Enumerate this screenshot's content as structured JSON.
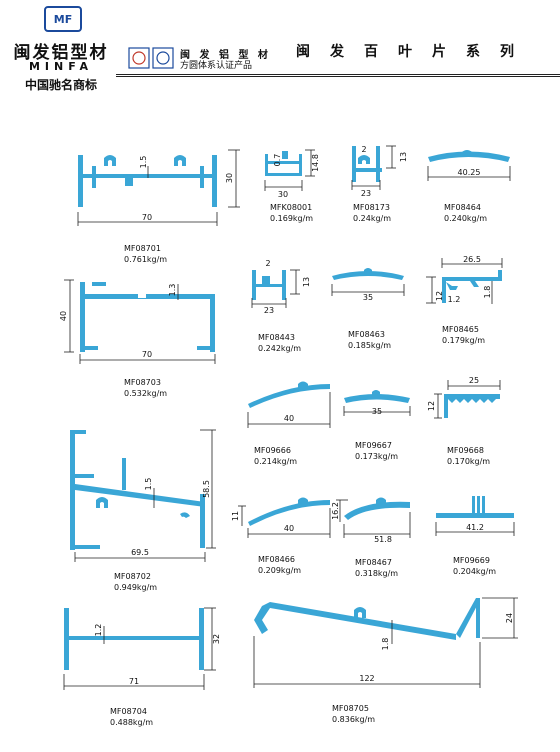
{
  "header": {
    "logo_emblem_text": "MF",
    "brand_cn": "闽发铝型材",
    "brand_en": "MINFA",
    "brand_tm": "中国驰名商标",
    "cert_name": "闽 发 铝 型 材",
    "cert_sub": "方圆体系认证产品",
    "series_title": "闽发百叶片系列"
  },
  "colors": {
    "profile": "#3aa6d6",
    "line": "#222222"
  },
  "products": [
    {
      "code": "MF08701",
      "weight": "0.761kg/m",
      "dims": [
        "70",
        "30",
        "1.5"
      ]
    },
    {
      "code": "MFK08001",
      "weight": "0.169kg/m",
      "dims": [
        "30",
        "14.8",
        "0.7"
      ]
    },
    {
      "code": "MF08173",
      "weight": "0.24kg/m",
      "dims": [
        "23",
        "13",
        "2"
      ]
    },
    {
      "code": "MF08464",
      "weight": "0.240kg/m",
      "dims": [
        "40.25"
      ]
    },
    {
      "code": "MF08703",
      "weight": "0.532kg/m",
      "dims": [
        "70",
        "40",
        "1.3"
      ]
    },
    {
      "code": "MF08443",
      "weight": "0.242kg/m",
      "dims": [
        "23",
        "13",
        "2"
      ]
    },
    {
      "code": "MF08463",
      "weight": "0.185kg/m",
      "dims": [
        "35"
      ]
    },
    {
      "code": "MF08465",
      "weight": "0.179kg/m",
      "dims": [
        "26.5",
        "12",
        "1.2",
        "1.8"
      ]
    },
    {
      "code": "MF09666",
      "weight": "0.214kg/m",
      "dims": [
        "40"
      ]
    },
    {
      "code": "MF09667",
      "weight": "0.173kg/m",
      "dims": [
        "35"
      ]
    },
    {
      "code": "MF09668",
      "weight": "0.170kg/m",
      "dims": [
        "25",
        "12"
      ]
    },
    {
      "code": "MF08702",
      "weight": "0.949kg/m",
      "dims": [
        "69.5",
        "58.5",
        "1.5"
      ]
    },
    {
      "code": "MF08466",
      "weight": "0.209kg/m",
      "dims": [
        "40",
        "11"
      ]
    },
    {
      "code": "MF08467",
      "weight": "0.318kg/m",
      "dims": [
        "51.8",
        "16.2"
      ]
    },
    {
      "code": "MF09669",
      "weight": "0.204kg/m",
      "dims": [
        "41.2"
      ]
    },
    {
      "code": "MF08704",
      "weight": "0.488kg/m",
      "dims": [
        "71",
        "32",
        "1.2"
      ]
    },
    {
      "code": "MF08705",
      "weight": "0.836kg/m",
      "dims": [
        "122",
        "24",
        "1.8"
      ]
    }
  ]
}
